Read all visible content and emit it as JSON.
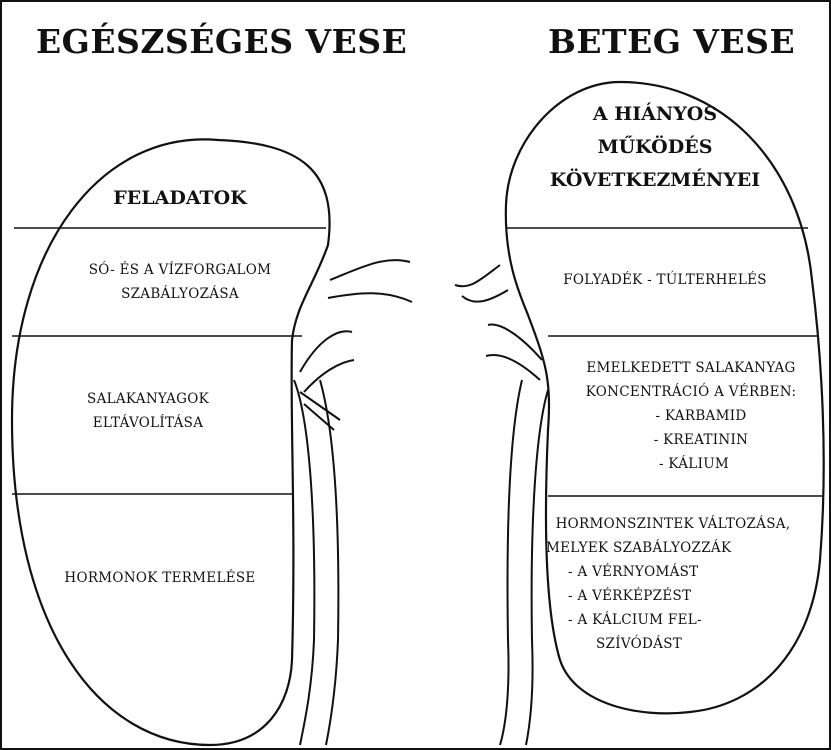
{
  "colors": {
    "ink": "#111111",
    "background": "#ffffff"
  },
  "healthy": {
    "title": "EGÉSZSÉGES VESE",
    "heading": "FELADATOK",
    "rows": [
      {
        "lines": [
          "SÓ- ÉS A VÍZFORGALOM",
          "SZABÁLYOZÁSA"
        ]
      },
      {
        "lines": [
          "SALAKANYAGOK",
          "ELTÁVOLÍTÁSA"
        ]
      },
      {
        "lines": [
          "HORMONOK TERMELÉSE"
        ]
      }
    ]
  },
  "diseased": {
    "title": "BETEG VESE",
    "heading_lines": [
      "A HIÁNYOS",
      "MŰKÖDÉS",
      "KÖVETKEZMÉNYEI"
    ],
    "rows": [
      {
        "lines": [
          "FOLYADÉK - TÚLTERHELÉS"
        ]
      },
      {
        "lines": [
          "EMELKEDETT SALAKANYAG",
          "KONCENTRÁCIÓ A VÉRBEN:",
          "- KARBAMID",
          "- KREATININ",
          "- KÁLIUM"
        ]
      },
      {
        "lines": [
          "HORMONSZINTEK VÁLTOZÁSA,",
          "MELYEK SZABÁLYOZZÁK",
          "- A VÉRNYOMÁST",
          "- A VÉRKÉPZÉST",
          "- A KÁLCIUM FEL-",
          "SZÍVÓDÁST"
        ]
      }
    ]
  }
}
